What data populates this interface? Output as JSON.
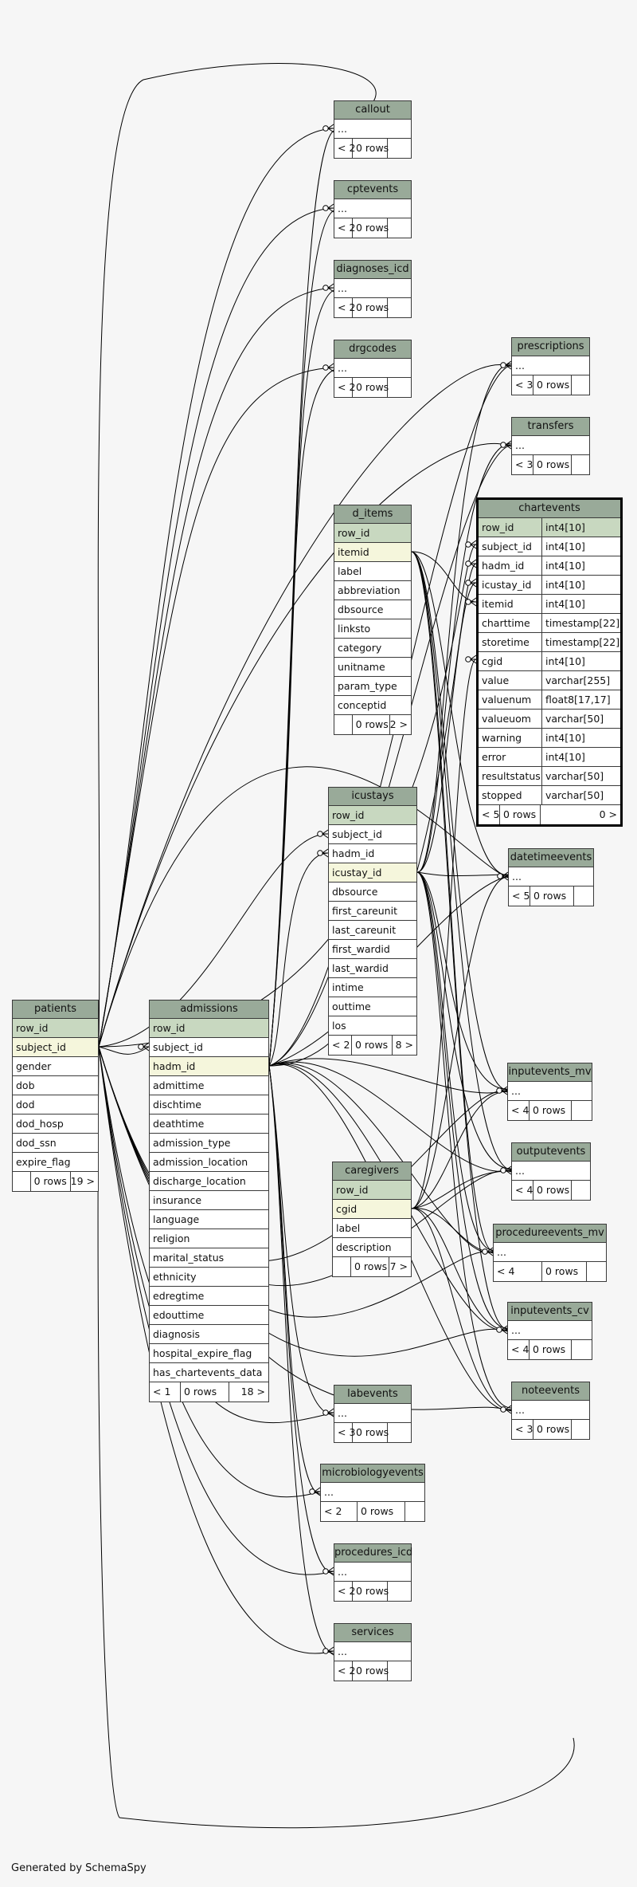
{
  "footer": {
    "generated_by": "Generated by SchemaSpy"
  },
  "tables": {
    "callout": {
      "name": "callout",
      "cols": [
        "..."
      ],
      "foot": [
        "< 2",
        "0 rows",
        ""
      ]
    },
    "cptevents": {
      "name": "cptevents",
      "cols": [
        "..."
      ],
      "foot": [
        "< 2",
        "0 rows",
        ""
      ]
    },
    "diagnoses_icd": {
      "name": "diagnoses_icd",
      "cols": [
        "..."
      ],
      "foot": [
        "< 2",
        "0 rows",
        ""
      ]
    },
    "drgcodes": {
      "name": "drgcodes",
      "cols": [
        "..."
      ],
      "foot": [
        "< 2",
        "0 rows",
        ""
      ]
    },
    "prescriptions": {
      "name": "prescriptions",
      "cols": [
        "..."
      ],
      "foot": [
        "< 3",
        "0 rows",
        ""
      ]
    },
    "transfers": {
      "name": "transfers",
      "cols": [
        "..."
      ],
      "foot": [
        "< 3",
        "0 rows",
        ""
      ]
    },
    "d_items": {
      "name": "d_items",
      "cols": [
        "row_id",
        "itemid",
        "label",
        "abbreviation",
        "dbsource",
        "linksto",
        "category",
        "unitname",
        "param_type",
        "conceptid"
      ],
      "foot": [
        "",
        "0 rows",
        "2 >"
      ]
    },
    "chartevents": {
      "name": "chartevents",
      "cols": [
        {
          "name": "row_id",
          "type": "int4[10]"
        },
        {
          "name": "subject_id",
          "type": "int4[10]"
        },
        {
          "name": "hadm_id",
          "type": "int4[10]"
        },
        {
          "name": "icustay_id",
          "type": "int4[10]"
        },
        {
          "name": "itemid",
          "type": "int4[10]"
        },
        {
          "name": "charttime",
          "type": "timestamp[22]"
        },
        {
          "name": "storetime",
          "type": "timestamp[22]"
        },
        {
          "name": "cgid",
          "type": "int4[10]"
        },
        {
          "name": "value",
          "type": "varchar[255]"
        },
        {
          "name": "valuenum",
          "type": "float8[17,17]"
        },
        {
          "name": "valueuom",
          "type": "varchar[50]"
        },
        {
          "name": "warning",
          "type": "int4[10]"
        },
        {
          "name": "error",
          "type": "int4[10]"
        },
        {
          "name": "resultstatus",
          "type": "varchar[50]"
        },
        {
          "name": "stopped",
          "type": "varchar[50]"
        }
      ],
      "foot": [
        "< 5",
        "0 rows",
        "0 >"
      ]
    },
    "icustays": {
      "name": "icustays",
      "cols": [
        "row_id",
        "subject_id",
        "hadm_id",
        "icustay_id",
        "dbsource",
        "first_careunit",
        "last_careunit",
        "first_wardid",
        "last_wardid",
        "intime",
        "outtime",
        "los"
      ],
      "foot": [
        "< 2",
        "0 rows",
        "8 >"
      ]
    },
    "datetimeevents": {
      "name": "datetimeevents",
      "cols": [
        "..."
      ],
      "foot": [
        "< 5",
        "0 rows",
        ""
      ]
    },
    "patients": {
      "name": "patients",
      "cols": [
        "row_id",
        "subject_id",
        "gender",
        "dob",
        "dod",
        "dod_hosp",
        "dod_ssn",
        "expire_flag"
      ],
      "foot": [
        "",
        "0 rows",
        "19 >"
      ]
    },
    "admissions": {
      "name": "admissions",
      "cols": [
        "row_id",
        "subject_id",
        "hadm_id",
        "admittime",
        "dischtime",
        "deathtime",
        "admission_type",
        "admission_location",
        "discharge_location",
        "insurance",
        "language",
        "religion",
        "marital_status",
        "ethnicity",
        "edregtime",
        "edouttime",
        "diagnosis",
        "hospital_expire_flag",
        "has_chartevents_data"
      ],
      "foot": [
        "< 1",
        "0 rows",
        "18 >"
      ]
    },
    "inputevents_mv": {
      "name": "inputevents_mv",
      "cols": [
        "..."
      ],
      "foot": [
        "< 4",
        "0 rows",
        ""
      ]
    },
    "outputevents": {
      "name": "outputevents",
      "cols": [
        "..."
      ],
      "foot": [
        "< 4",
        "0 rows",
        ""
      ]
    },
    "caregivers": {
      "name": "caregivers",
      "cols": [
        "row_id",
        "cgid",
        "label",
        "description"
      ],
      "foot": [
        "",
        "0 rows",
        "7 >"
      ]
    },
    "procedureevents_mv": {
      "name": "procedureevents_mv",
      "cols": [
        "..."
      ],
      "foot": [
        "< 4",
        "0 rows",
        ""
      ]
    },
    "inputevents_cv": {
      "name": "inputevents_cv",
      "cols": [
        "..."
      ],
      "foot": [
        "< 4",
        "0 rows",
        ""
      ]
    },
    "noteevents": {
      "name": "noteevents",
      "cols": [
        "..."
      ],
      "foot": [
        "< 3",
        "0 rows",
        ""
      ]
    },
    "labevents": {
      "name": "labevents",
      "cols": [
        "..."
      ],
      "foot": [
        "< 3",
        "0 rows",
        ""
      ]
    },
    "microbiologyevents": {
      "name": "microbiologyevents",
      "cols": [
        "..."
      ],
      "foot": [
        "< 2",
        "0 rows",
        ""
      ]
    },
    "procedures_icd": {
      "name": "procedures_icd",
      "cols": [
        "..."
      ],
      "foot": [
        "< 2",
        "0 rows",
        ""
      ]
    },
    "services": {
      "name": "services",
      "cols": [
        "..."
      ],
      "foot": [
        "< 2",
        "0 rows",
        ""
      ]
    }
  }
}
